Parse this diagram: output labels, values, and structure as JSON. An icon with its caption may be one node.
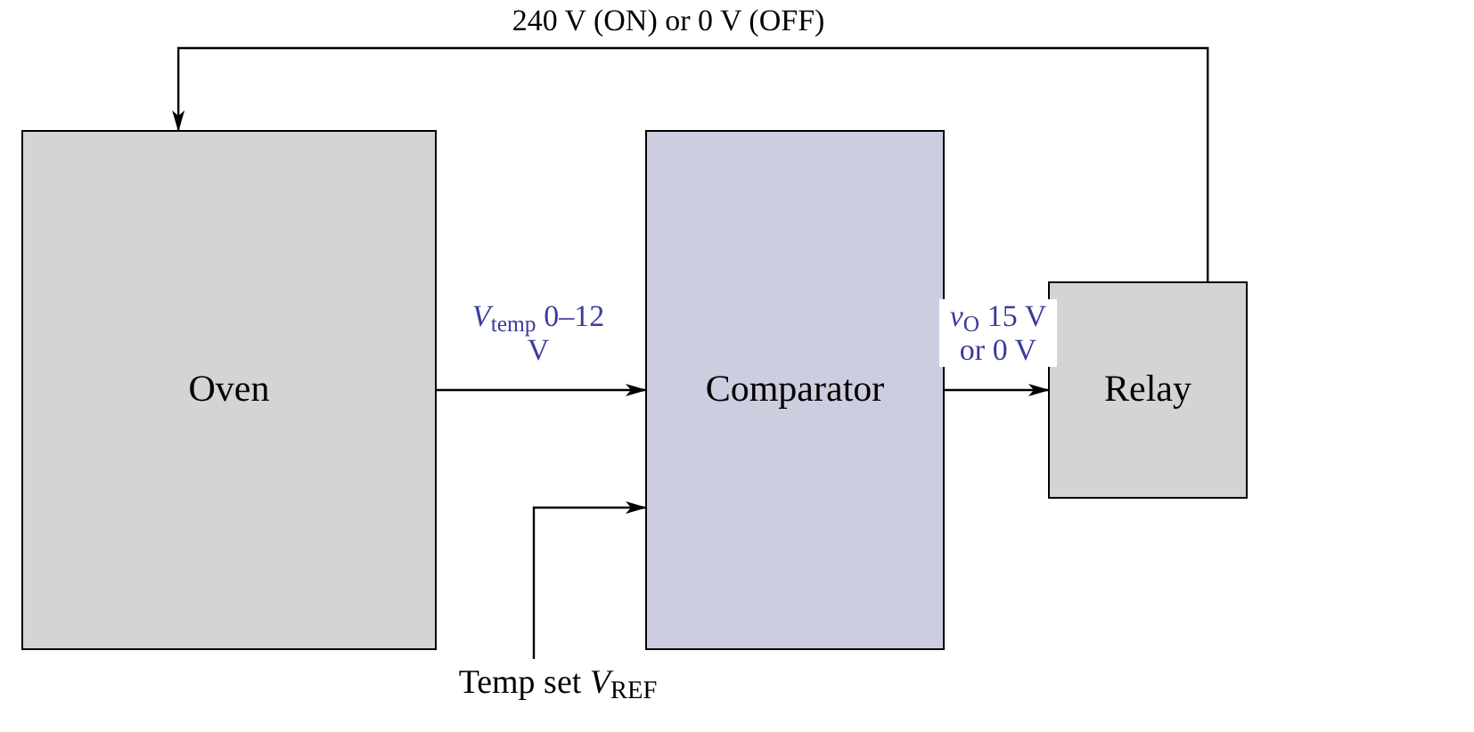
{
  "diagram": {
    "nodes": [
      {
        "text": [
          "Oven"
        ]
      },
      {
        "text": [
          "Comparator"
        ]
      },
      {
        "text": [
          "Relay"
        ]
      },
      {
        "text": [
          "Temp set *V*$_{REF}$"
        ]
      }
    ],
    "edges": [
      {
        "from": 0,
        "to": 1,
        "arrow": "to",
        "label": "*V*$_{temp}$ 0–12 V"
      },
      {
        "from": 1,
        "to": 2,
        "arrow": "to",
        "label": "*v*$_{O}$ 15 V or 0 V"
      },
      {
        "from": 2,
        "to": 0,
        "arrow": "to",
        "label": "240 V (ON) or 0 V (OFF)"
      },
      {
        "from": 3,
        "to": 1,
        "arrow": "to"
      }
    ]
  }
}
